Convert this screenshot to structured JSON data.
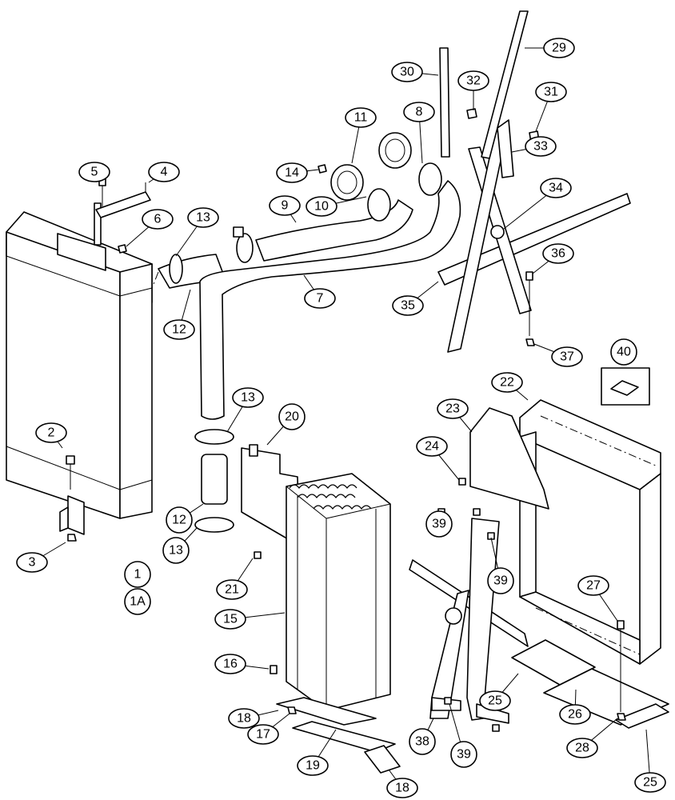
{
  "diagram": {
    "callouts": [
      {
        "id": "c1",
        "label": "1"
      },
      {
        "id": "c1a",
        "label": "1A"
      },
      {
        "id": "c2",
        "label": "2"
      },
      {
        "id": "c3",
        "label": "3"
      },
      {
        "id": "c4",
        "label": "4"
      },
      {
        "id": "c5",
        "label": "5"
      },
      {
        "id": "c6",
        "label": "6"
      },
      {
        "id": "c7",
        "label": "7"
      },
      {
        "id": "c8",
        "label": "8"
      },
      {
        "id": "c9",
        "label": "9"
      },
      {
        "id": "c10",
        "label": "10"
      },
      {
        "id": "c11",
        "label": "11"
      },
      {
        "id": "c12a",
        "label": "12"
      },
      {
        "id": "c12b",
        "label": "12"
      },
      {
        "id": "c13a",
        "label": "13"
      },
      {
        "id": "c13b",
        "label": "13"
      },
      {
        "id": "c13c",
        "label": "13"
      },
      {
        "id": "c14",
        "label": "14"
      },
      {
        "id": "c15",
        "label": "15"
      },
      {
        "id": "c16",
        "label": "16"
      },
      {
        "id": "c17",
        "label": "17"
      },
      {
        "id": "c18a",
        "label": "18"
      },
      {
        "id": "c18b",
        "label": "18"
      },
      {
        "id": "c19",
        "label": "19"
      },
      {
        "id": "c20",
        "label": "20"
      },
      {
        "id": "c21",
        "label": "21"
      },
      {
        "id": "c22",
        "label": "22"
      },
      {
        "id": "c23",
        "label": "23"
      },
      {
        "id": "c24",
        "label": "24"
      },
      {
        "id": "c25a",
        "label": "25"
      },
      {
        "id": "c25b",
        "label": "25"
      },
      {
        "id": "c26",
        "label": "26"
      },
      {
        "id": "c27",
        "label": "27"
      },
      {
        "id": "c28",
        "label": "28"
      },
      {
        "id": "c29",
        "label": "29"
      },
      {
        "id": "c30",
        "label": "30"
      },
      {
        "id": "c31",
        "label": "31"
      },
      {
        "id": "c32",
        "label": "32"
      },
      {
        "id": "c33",
        "label": "33"
      },
      {
        "id": "c34",
        "label": "34"
      },
      {
        "id": "c35",
        "label": "35"
      },
      {
        "id": "c36",
        "label": "36"
      },
      {
        "id": "c37",
        "label": "37"
      },
      {
        "id": "c38",
        "label": "38"
      },
      {
        "id": "c39a",
        "label": "39"
      },
      {
        "id": "c39b",
        "label": "39"
      },
      {
        "id": "c39c",
        "label": "39"
      },
      {
        "id": "c40",
        "label": "40"
      }
    ]
  }
}
